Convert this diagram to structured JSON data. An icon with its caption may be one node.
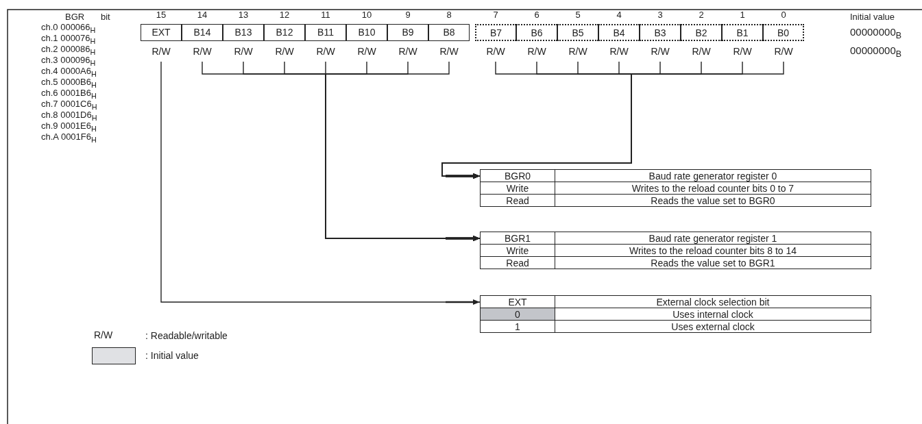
{
  "diagram": {
    "nodes": [
      {
        "text": [
          "EXT"
        ],
        "beside": [
          "15",
          "R/W"
        ]
      },
      {
        "text": [
          "B14"
        ],
        "beside": [
          "14",
          "R/W"
        ]
      },
      {
        "text": [
          "B13"
        ],
        "beside": [
          "13",
          "R/W"
        ]
      },
      {
        "text": [
          "B12"
        ],
        "beside": [
          "12",
          "R/W"
        ]
      },
      {
        "text": [
          "B11"
        ],
        "beside": [
          "11",
          "R/W"
        ]
      },
      {
        "text": [
          "B10"
        ],
        "beside": [
          "10",
          "R/W"
        ]
      },
      {
        "text": [
          "B9"
        ],
        "beside": [
          "9",
          "R/W"
        ]
      },
      {
        "text": [
          "B8"
        ],
        "beside": [
          "8",
          "R/W"
        ]
      },
      {
        "text": [
          "B7"
        ],
        "beside": [
          "7",
          "R/W"
        ]
      },
      {
        "text": [
          "B6"
        ],
        "beside": [
          "6",
          "R/W"
        ]
      },
      {
        "text": [
          "B5"
        ],
        "beside": [
          "5",
          "R/W"
        ]
      },
      {
        "text": [
          "B4"
        ],
        "beside": [
          "4",
          "R/W"
        ]
      },
      {
        "text": [
          "B3"
        ],
        "beside": [
          "3",
          "R/W"
        ]
      },
      {
        "text": [
          "B2"
        ],
        "beside": [
          "2",
          "R/W"
        ]
      },
      {
        "text": [
          "B1"
        ],
        "beside": [
          "1",
          "R/W"
        ]
      },
      {
        "text": [
          "B0"
        ],
        "beside": [
          "0",
          "R/W"
        ]
      },
      {
        "text": [
          "BGR0",
          "Baud rate generator register 0",
          "Write",
          "Writes to the reload counter bits 0 to 7",
          "Read",
          "Reads the value set to BGR0"
        ]
      },
      {
        "text": [
          "BGR1",
          "Baud rate generator register 1",
          "Write",
          "Writes to the reload counter bits 8 to 14",
          "Read",
          "Reads the value set to BGR1"
        ]
      },
      {
        "text": [
          "EXT",
          "External clock selection bit",
          "0",
          "Uses internal clock",
          "1",
          "Uses external clock"
        ]
      }
    ],
    "edges": [
      {
        "from": 0,
        "to": 18,
        "arrow": "to"
      },
      {
        "from": 1,
        "to": 17,
        "arrow": "to"
      },
      {
        "from": 2,
        "to": 17,
        "arrow": "to"
      },
      {
        "from": 3,
        "to": 17,
        "arrow": "to"
      },
      {
        "from": 4,
        "to": 17,
        "arrow": "to"
      },
      {
        "from": 5,
        "to": 17,
        "arrow": "to"
      },
      {
        "from": 6,
        "to": 17,
        "arrow": "to"
      },
      {
        "from": 7,
        "to": 17,
        "arrow": "to"
      },
      {
        "from": 8,
        "to": 16,
        "arrow": "to"
      },
      {
        "from": 9,
        "to": 16,
        "arrow": "to"
      },
      {
        "from": 10,
        "to": 16,
        "arrow": "to"
      },
      {
        "from": 11,
        "to": 16,
        "arrow": "to"
      },
      {
        "from": 12,
        "to": 16,
        "arrow": "to"
      },
      {
        "from": 13,
        "to": 16,
        "arrow": "to"
      },
      {
        "from": 14,
        "to": 16,
        "arrow": "to"
      },
      {
        "from": 15,
        "to": 16,
        "arrow": "to"
      }
    ],
    "labels": [
      "BGR",
      "bit",
      "Initial value",
      "ch.0 000066$_{H}$",
      "00000000$_{B}$",
      "ch.1 000076$_{H}$",
      "ch.2 000086$_{H}$",
      "00000000$_{B}$",
      "ch.3 000096$_{H}$",
      "ch.4 0000A6$_{H}$",
      "ch.5 0000B6$_{H}$",
      "ch.6 0001B6$_{H}$",
      "ch.7 0001C6$_{H}$",
      "ch.8 0001D6$_{H}$",
      "ch.9 0001E6$_{H}$",
      "ch.A 0001F6$_{H}$",
      "R/W",
      ": Readable/writable"
    ],
    "legend": [
      {
        "text": ": Initial value",
        "color": "#e0e1e4"
      }
    ]
  }
}
